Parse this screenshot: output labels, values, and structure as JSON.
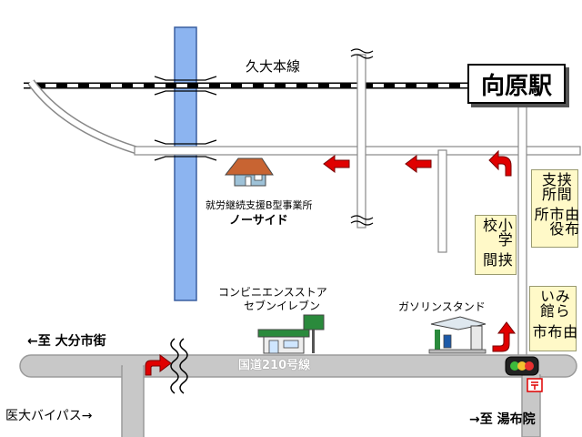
{
  "map": {
    "station": "向原駅",
    "railway": "久大本線",
    "route": "国道210号線",
    "office_name_line1": "就労継続支援B型事業所",
    "office_name_line2": "ノーサイド",
    "store_line1": "コンビニエンスストア",
    "store_line2": "セブンイレブン",
    "gas_station": "ガソリンスタンド",
    "to_oita": "←至 大分市街",
    "to_yufuin": "→至 湯布院",
    "bypass": "医大バイパス→",
    "school": [
      "挟間",
      "小学校"
    ],
    "branch_office": [
      "由布市役所",
      "挟間支所"
    ],
    "mirai_hall": [
      "由布市",
      "みらい館"
    ]
  },
  "colors": {
    "road": "#c8c8c8",
    "road_edge": "#9a9a9a",
    "river": "#8cb4f0",
    "arrow": "#e00000",
    "label_box": "#fff9c8"
  }
}
